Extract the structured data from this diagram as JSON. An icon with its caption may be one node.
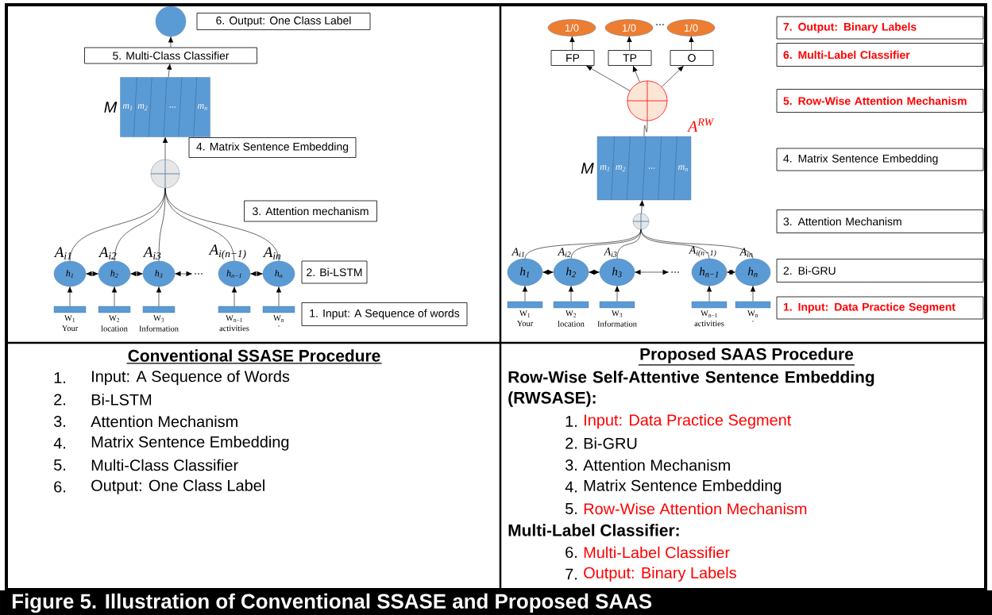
{
  "diagram": {
    "caption": "Figure 5. Illustration of Conventional SSASE and Proposed SAAS",
    "nodes": [
      {
        "text": [],
        "shape": "circle"
      },
      {
        "text": [
          "6. Output: One Class Label"
        ]
      },
      {
        "text": [
          "5. Multi-Class Classifier"
        ]
      },
      {
        "text": [
          "m$_{1}$",
          "m$_{2}$",
          "...",
          "m$_{n}$"
        ],
        "beside": [
          "M"
        ]
      },
      {
        "text": [
          "4. Matrix Sentence Embedding"
        ]
      },
      {
        "text": [],
        "shape": "circle"
      },
      {
        "text": [
          "3. Attention mechanism"
        ]
      },
      {
        "text": [
          "h$_{1}$"
        ],
        "beside": [
          "A$_{i1}$"
        ]
      },
      {
        "text": [
          "h$_{2}$"
        ],
        "beside": [
          "A$_{i2}$"
        ]
      },
      {
        "text": [
          "h$_{3}$"
        ],
        "beside": [
          "A$_{i3}$"
        ]
      },
      {
        "text": [
          "h$_{n−1}$"
        ],
        "beside": [
          "A$_{i(n−1)}$"
        ]
      },
      {
        "text": [
          "h$_{n}$"
        ],
        "beside": [
          "A$_{in}$"
        ]
      },
      {
        "text": [
          "2. Bi-LSTM"
        ]
      },
      {
        "text": [],
        "shape": "bar",
        "beside": [
          "W$_{1}$",
          "Your"
        ]
      },
      {
        "text": [],
        "shape": "bar",
        "beside": [
          "W$_{2}$",
          "location"
        ]
      },
      {
        "text": [],
        "shape": "bar",
        "beside": [
          "W$_{3}$",
          "Information"
        ]
      },
      {
        "text": [],
        "shape": "bar",
        "beside": [
          "W$_{n−1}$",
          "activities"
        ]
      },
      {
        "text": [],
        "shape": "bar",
        "beside": [
          "W$_{n}$",
          "."
        ]
      },
      {
        "text": [
          "1. Input: A Sequence of words"
        ]
      },
      {
        "text": [
          "1/0"
        ]
      },
      {
        "text": [
          "1/0"
        ]
      },
      {
        "text": [
          "1/0"
        ]
      },
      {
        "text": [
          "7. Output: Binary Labels"
        ]
      },
      {
        "text": [
          "FP"
        ]
      },
      {
        "text": [
          "TP"
        ]
      },
      {
        "text": [
          "O"
        ]
      },
      {
        "text": [
          "6. Multi-Label Classifier"
        ]
      },
      {
        "text": [],
        "shape": "circle"
      },
      {
        "text": [
          "5. Row-Wise Attention Mechanism"
        ]
      },
      {
        "text": [
          "m$_{1}$",
          "m$_{2}$",
          "...",
          "m$_{n}$"
        ],
        "beside": [
          "M",
          "A$^{RW}$"
        ]
      },
      {
        "text": [
          "4. Matrix Sentence Embedding"
        ]
      },
      {
        "text": [],
        "shape": "circle"
      },
      {
        "text": [
          "3. Attention Mechanism"
        ]
      },
      {
        "text": [
          "h$_{1}$"
        ],
        "beside": [
          "A$_{i1}$"
        ]
      },
      {
        "text": [
          "h$_{2}$"
        ],
        "beside": [
          "A$_{i2}$"
        ]
      },
      {
        "text": [
          "h$_{3}$"
        ],
        "beside": [
          "A$_{i3}$"
        ]
      },
      {
        "text": [
          "h$_{n−1}$"
        ],
        "beside": [
          "A$_{i(n−1)}$"
        ]
      },
      {
        "text": [
          "h$_{n}$"
        ],
        "beside": [
          "A$_{in}$"
        ]
      },
      {
        "text": [
          "2. Bi-GRU"
        ]
      },
      {
        "text": [],
        "shape": "bar",
        "beside": [
          "W$_{1}$",
          "Your"
        ]
      },
      {
        "text": [],
        "shape": "bar",
        "beside": [
          "W$_{2}$",
          "location"
        ]
      },
      {
        "text": [],
        "shape": "bar",
        "beside": [
          "W$_{3}$",
          "Information"
        ]
      },
      {
        "text": [],
        "shape": "bar",
        "beside": [
          "W$_{n−1}$",
          "activities"
        ]
      },
      {
        "text": [],
        "shape": "bar",
        "beside": [
          "W$_{n}$",
          "."
        ]
      },
      {
        "text": [
          "1. Input: Data Practice Segment"
        ]
      },
      {
        "text": [
          "..."
        ]
      },
      {
        "text": [
          "..."
        ]
      }
    ],
    "edges": [
      {
        "from": 13,
        "to": 7,
        "arrow": "to"
      },
      {
        "from": 14,
        "to": 8,
        "arrow": "to"
      },
      {
        "from": 15,
        "to": 9,
        "arrow": "to"
      },
      {
        "from": 16,
        "to": 10,
        "arrow": "to"
      },
      {
        "from": 17,
        "to": 11,
        "arrow": "to"
      },
      {
        "from": 7,
        "to": 8,
        "arrow": "both"
      },
      {
        "from": 8,
        "to": 9,
        "arrow": "both"
      },
      {
        "from": 9,
        "to": 45,
        "arrow": "both"
      },
      {
        "from": 10,
        "to": 11,
        "arrow": "both"
      },
      {
        "from": 7,
        "to": 5,
        "arrow": "none"
      },
      {
        "from": 8,
        "to": 5,
        "arrow": "none"
      },
      {
        "from": 9,
        "to": 5,
        "arrow": "none"
      },
      {
        "from": 10,
        "to": 5,
        "arrow": "none"
      },
      {
        "from": 11,
        "to": 5,
        "arrow": "none"
      },
      {
        "from": 5,
        "to": 3,
        "arrow": "to"
      },
      {
        "from": 3,
        "to": 2,
        "arrow": "to"
      },
      {
        "from": 2,
        "to": 0,
        "arrow": "to"
      },
      {
        "from": 39,
        "to": 33,
        "arrow": "to"
      },
      {
        "from": 40,
        "to": 34,
        "arrow": "to"
      },
      {
        "from": 41,
        "to": 35,
        "arrow": "to"
      },
      {
        "from": 42,
        "to": 36,
        "arrow": "to"
      },
      {
        "from": 43,
        "to": 37,
        "arrow": "to"
      },
      {
        "from": 33,
        "to": 34,
        "arrow": "both"
      },
      {
        "from": 34,
        "to": 35,
        "arrow": "both"
      },
      {
        "from": 35,
        "to": 46,
        "arrow": "both"
      },
      {
        "from": 36,
        "to": 37,
        "arrow": "both"
      },
      {
        "from": 33,
        "to": 31,
        "arrow": "none"
      },
      {
        "from": 34,
        "to": 31,
        "arrow": "none"
      },
      {
        "from": 35,
        "to": 31,
        "arrow": "none"
      },
      {
        "from": 36,
        "to": 31,
        "arrow": "none"
      },
      {
        "from": 37,
        "to": 31,
        "arrow": "none"
      },
      {
        "from": 31,
        "to": 29,
        "arrow": "to"
      },
      {
        "from": 29,
        "to": 27,
        "arrow": "none"
      },
      {
        "from": 27,
        "to": 23,
        "arrow": "to"
      },
      {
        "from": 27,
        "to": 24,
        "arrow": "to"
      },
      {
        "from": 27,
        "to": 25,
        "arrow": "to"
      },
      {
        "from": 23,
        "to": 19,
        "arrow": "to"
      },
      {
        "from": 24,
        "to": 20,
        "arrow": "to"
      },
      {
        "from": 25,
        "to": 21,
        "arrow": "to"
      }
    ],
    "labels": [
      "...",
      "Conventional SSASE Procedure",
      "Proposed SAAS Procedure",
      "1.",
      "Input: A Sequence of Words",
      "2.",
      "Bi-LSTM",
      "3.",
      "Attention Mechanism",
      "4.",
      "Matrix Sentence Embedding",
      "5.",
      "Multi-Class Classifier",
      "6.",
      "Output: One Class Label",
      "Row-Wise Self-Attentive Sentence Embedding (RWSASE):",
      "1.",
      "Input: Data Practice Segment",
      "2.",
      "Bi-GRU",
      "3.",
      "Attention Mechanism",
      "4.",
      "Matrix Sentence Embedding",
      "5.",
      "Row-Wise Attention Mechanism",
      "Multi-Label Classifier:",
      "6.",
      "Multi-Label Classifier",
      "7.",
      "Output: Binary Labels"
    ]
  }
}
